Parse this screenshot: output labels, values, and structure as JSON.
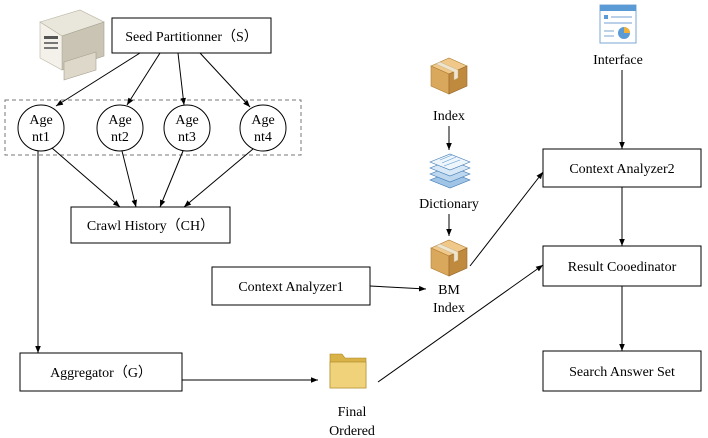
{
  "nodes": {
    "seed_partitioner": "Seed Partitionner（S）",
    "agents": [
      {
        "line1": "Age",
        "line2": "nt1"
      },
      {
        "line1": "Age",
        "line2": "nt2"
      },
      {
        "line1": "Age",
        "line2": "nt3"
      },
      {
        "line1": "Age",
        "line2": "nt4"
      }
    ],
    "crawl_history": "Crawl History（CH）",
    "aggregator": "Aggregator（G）",
    "final_ordered_line1": "Final",
    "final_ordered_line2": "Ordered",
    "index": "Index",
    "dictionary": "Dictionary",
    "bm_index_line1": "BM",
    "bm_index_line2": "Index",
    "context_analyzer1": "Context Analyzer1",
    "interface": "Interface",
    "context_analyzer2": "Context Analyzer2",
    "result_coordinator": "Result Cooedinator",
    "search_answer_set": "Search Answer Set"
  },
  "icons": {
    "server": "server-icon",
    "package": "package-icon",
    "documents": "documents-icon",
    "folder": "folder-icon",
    "interface": "interface-document-icon"
  },
  "colors": {
    "line": "#000000",
    "package_tan": "#d9a85c",
    "folder_yellow": "#e7c65a",
    "doc_blue": "#5b9bd5"
  }
}
